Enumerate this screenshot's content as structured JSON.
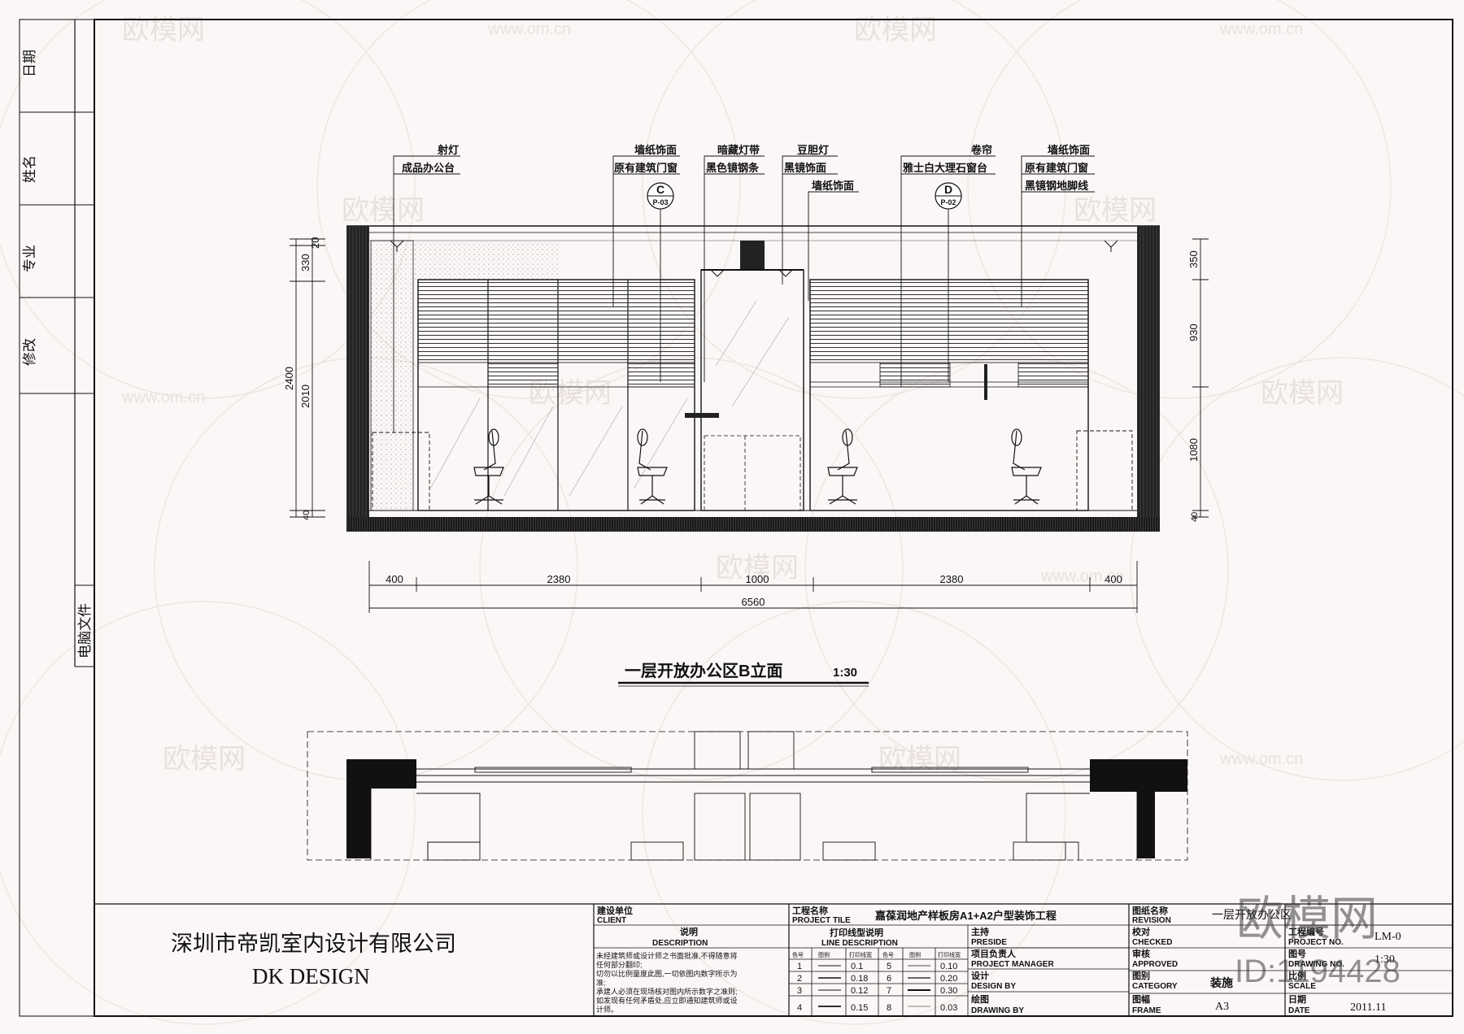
{
  "watermark": {
    "brand": "欧模网",
    "url": "www.om.cn",
    "id": "ID:1194428"
  },
  "side_panel": {
    "labels": [
      "日期",
      "姓名",
      "专业",
      "修改"
    ],
    "file_label": "电脑文件"
  },
  "callouts": {
    "c1_line1": "射灯",
    "c1_line2": "成品办公台",
    "c2_line1": "墙纸饰面",
    "c2_line2": "原有建筑门窗",
    "c3_line1": "暗藏灯带",
    "c3_line2": "黑色镜钢条",
    "c4_line1": "豆胆灯",
    "c4_line2": "黑镜饰面",
    "c4_line3": "墙纸饰面",
    "c5_line1": "卷帘",
    "c5_line2": "雅士白大理石窗台",
    "c6_line1": "墙纸饰面",
    "c6_line2": "原有建筑门窗",
    "c6_line3": "黑镜钢地脚线"
  },
  "section_marks": [
    {
      "letter": "C",
      "ref": "P-03"
    },
    {
      "letter": "D",
      "ref": "P-02"
    }
  ],
  "dims_left": {
    "a": "20",
    "b": "330",
    "c": "2400",
    "d": "2010",
    "e": "40"
  },
  "dims_right": {
    "a": "350",
    "b": "930",
    "c": "1080",
    "d": "40"
  },
  "dims_bottom": [
    "400",
    "2380",
    "1000",
    "2380",
    "400"
  ],
  "dims_total": "6560",
  "drawing_title": {
    "name": "一层开放办公区B立面",
    "scale": "1:30"
  },
  "title_block": {
    "company_cn": "深圳市帝凯室内设计有限公司",
    "company_en": "DK    DESIGN",
    "client_cn": "建设单位",
    "client_en": "CLIENT",
    "desc_cn": "说明",
    "desc_en": "DESCRIPTION",
    "notes": [
      "未经建筑师或设计师之书面批准,不得随意将",
      "任何部分翻印;",
      "切勿以比例量度此图,一切依图内数字所示为",
      "准;",
      "承建人必须在现场核对图内所示数字之准则;",
      "如发现有任何矛盾处,应立即通知建筑师或设",
      "计师。"
    ],
    "project_cn": "工程名称",
    "project_en": "PROJECT TILE",
    "project_name": "嘉葆润地产样板房A1+A2户型装饰工程",
    "line_desc_cn": "打印线型说明",
    "line_desc_en": "LINE DESCRIPTION",
    "line_headers": [
      "色号",
      "图例",
      "打印线宽",
      "色号",
      "图例",
      "打印线宽"
    ],
    "line_rows": [
      [
        "1",
        "0.1",
        "5",
        "0.10"
      ],
      [
        "2",
        "0.18",
        "6",
        "0.20"
      ],
      [
        "3",
        "0.12",
        "7",
        "0.30"
      ],
      [
        "4",
        "0.15",
        "8",
        "0.03"
      ]
    ],
    "preside_cn": "主持",
    "preside_en": "PRESIDE",
    "pm_cn": "项目负责人",
    "pm_en": "PROJECT MANAGER",
    "design_cn": "设计",
    "design_en": "DESIGN BY",
    "drawing_cn": "绘图",
    "drawing_en": "DRAWING BY",
    "dname_cn": "图纸名称",
    "dname_en": "REVISION",
    "dname_value": "一层开放办公区",
    "checked_cn": "校对",
    "checked_en": "CHECKED",
    "approved_cn": "审核",
    "approved_en": "APPROVED",
    "category_cn": "图别",
    "category_en": "CATEGORY",
    "category_value": "装施",
    "frame_cn": "图幅",
    "frame_en": "FRAME",
    "frame_value": "A3",
    "projno_cn": "工程编号",
    "projno_en": "PROJECT NO.",
    "projno_value": "LM-0",
    "drawno_cn": "图号",
    "drawno_en": "DRAWING NO.",
    "scale_cn": "比例",
    "scale_en": "SCALE",
    "scale_value": "1:30",
    "date_cn": "日期",
    "date_en": "DATE",
    "date_value": "2011.11"
  }
}
